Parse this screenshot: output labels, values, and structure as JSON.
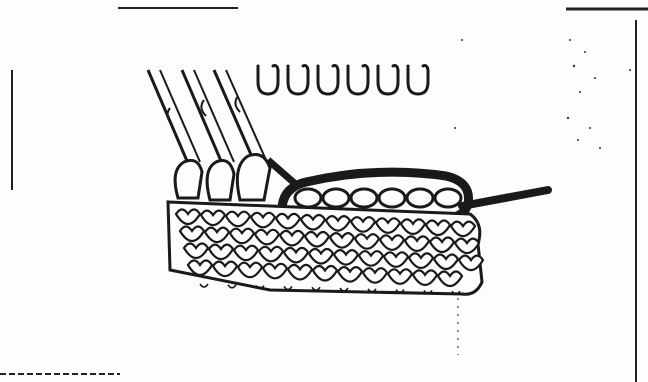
{
  "figure": {
    "subject": "knitting-machine-illustration",
    "ink_color": "#1a1a1a",
    "paper_color": "#fdfdfd",
    "needle_count": 3,
    "empty_needle_hooks": 6,
    "knit_rows": 4
  }
}
